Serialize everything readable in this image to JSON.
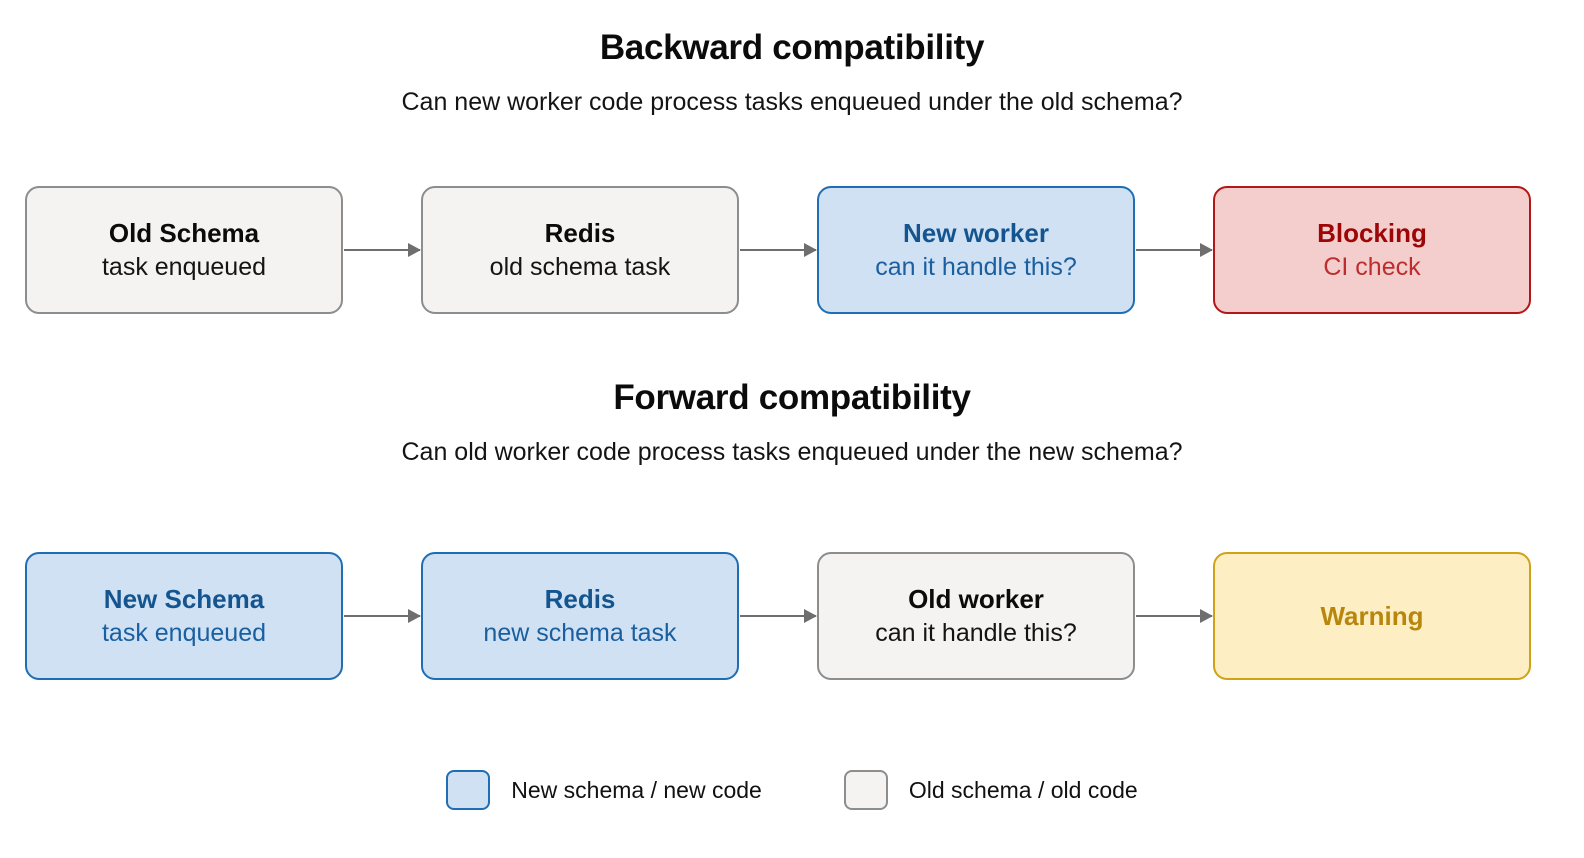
{
  "sections": [
    {
      "id": "backward",
      "title": "Backward compatibility",
      "subtitle": "Can new worker code process tasks enqueued under the old schema?",
      "nodes": [
        {
          "title": "Old Schema",
          "sub": "task enqueued",
          "variant": "neutral"
        },
        {
          "title": "Redis",
          "sub": "old schema task",
          "variant": "neutral"
        },
        {
          "title": "New worker",
          "sub": "can it handle this?",
          "variant": "blue"
        },
        {
          "title": "Blocking",
          "sub": "CI check",
          "variant": "red"
        }
      ]
    },
    {
      "id": "forward",
      "title": "Forward compatibility",
      "subtitle": "Can old worker code process tasks enqueued under the new schema?",
      "nodes": [
        {
          "title": "New Schema",
          "sub": "task enqueued",
          "variant": "blue"
        },
        {
          "title": "Redis",
          "sub": "new schema task",
          "variant": "blue"
        },
        {
          "title": "Old worker",
          "sub": "can it handle this?",
          "variant": "neutral"
        },
        {
          "title": "Warning",
          "sub": "",
          "variant": "yellow"
        }
      ]
    }
  ],
  "legend": {
    "items": [
      {
        "label": "New schema / new code",
        "variant": "blue"
      },
      {
        "label": "Old schema / old code",
        "variant": "neutral"
      }
    ]
  },
  "colors": {
    "neutral_fill": "#f4f3f1",
    "neutral_border": "#8d8d8d",
    "blue_fill": "#cfe1f3",
    "blue_border": "#1f6eb4",
    "blue_text": "#15558f",
    "red_fill": "#f4cdcd",
    "red_border": "#b31717",
    "red_text": "#9c0606",
    "yellow_fill": "#fdeec3",
    "yellow_border": "#cfa218",
    "yellow_text": "#b8860b",
    "arrow": "#6e6e6e",
    "background": "#ffffff"
  }
}
